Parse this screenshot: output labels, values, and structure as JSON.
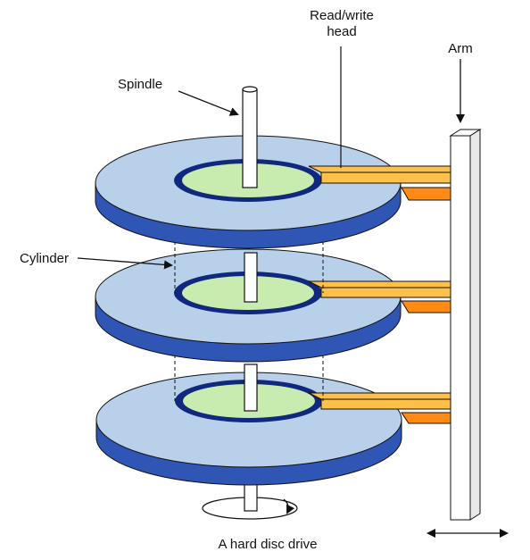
{
  "labels": {
    "read_write_head_line1": "Read/write",
    "read_write_head_line2": "head",
    "arm": "Arm",
    "spindle": "Spindle",
    "cylinder": "Cylinder",
    "caption": "A hard disc drive"
  },
  "colors": {
    "platter_top": "#b9d0ea",
    "platter_edge": "#2f56b4",
    "platter_edge_dark": "#1f3f94",
    "hub": "#c8ebb0",
    "hub_ring": "#10287e",
    "head_top": "#ffc04a",
    "head_side": "#ff8a14",
    "outline": "#111111"
  },
  "icons": {
    "rotation": "rotation-arrow-icon",
    "movement": "double-arrow-icon"
  }
}
